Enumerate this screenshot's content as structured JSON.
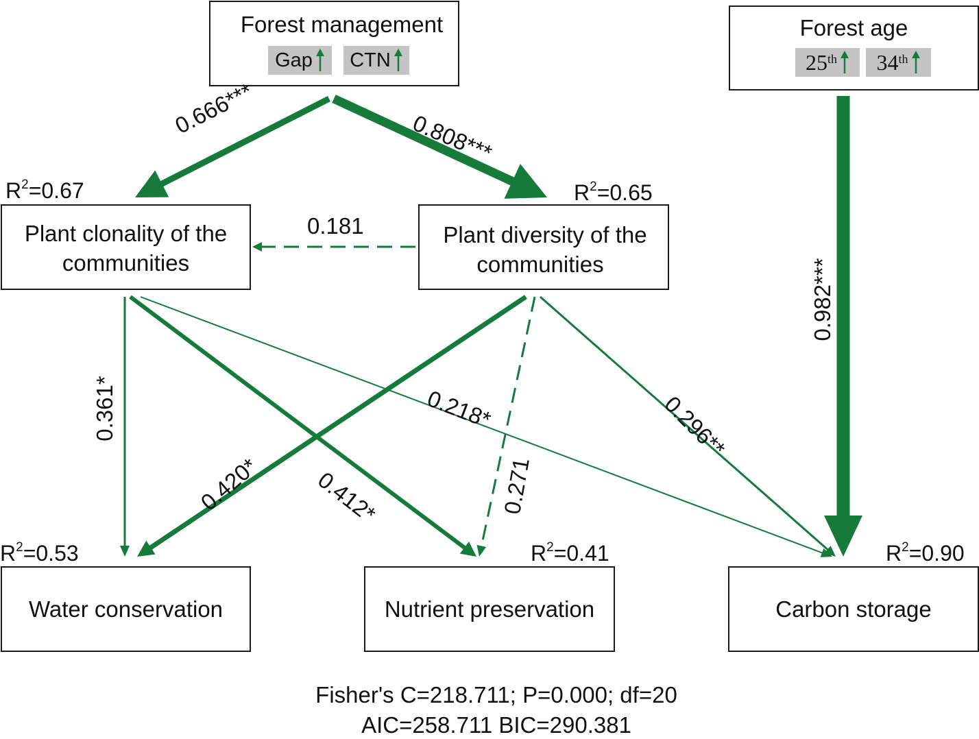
{
  "colors": {
    "arrow": "#157a3a",
    "chip": "#c4c4c4",
    "border": "#1a1a1a"
  },
  "nodes": {
    "forest_management": {
      "title": "Forest management",
      "chips": [
        {
          "label": "Gap"
        },
        {
          "label": "CTN"
        }
      ]
    },
    "forest_age": {
      "title": "Forest age",
      "chips": [
        {
          "num": "25",
          "sup": "th"
        },
        {
          "num": "34",
          "sup": "th"
        }
      ]
    },
    "clonality": {
      "line1": "Plant clonality of the",
      "line2": "communities",
      "r2_prefix": "R",
      "r2_exp": "2",
      "r2_value": "=0.67"
    },
    "diversity": {
      "line1": "Plant diversity of the",
      "line2": "communities",
      "r2_prefix": "R",
      "r2_exp": "2",
      "r2_value": "=0.65"
    },
    "water": {
      "title": "Water conservation",
      "r2_prefix": "R",
      "r2_exp": "2",
      "r2_value": "=0.53"
    },
    "nutrient": {
      "title": "Nutrient preservation",
      "r2_prefix": "R",
      "r2_exp": "2",
      "r2_value": "=0.41"
    },
    "carbon": {
      "title": "Carbon storage",
      "r2_prefix": "R",
      "r2_exp": "2",
      "r2_value": "=0.90"
    }
  },
  "paths": [
    {
      "id": "fm_clonality",
      "label": "0.666***",
      "dashed": false
    },
    {
      "id": "fm_diversity",
      "label": "0.808***",
      "dashed": false
    },
    {
      "id": "diversity_clonality",
      "label": "0.181",
      "dashed": true
    },
    {
      "id": "age_carbon",
      "label": "0.982***",
      "dashed": false
    },
    {
      "id": "clonality_water",
      "label": "0.361*",
      "dashed": false
    },
    {
      "id": "clonality_nutrient",
      "label": "0.412*",
      "dashed": false
    },
    {
      "id": "clonality_carbon",
      "label": "0.218*",
      "dashed": false
    },
    {
      "id": "diversity_water",
      "label": "0.420*",
      "dashed": false
    },
    {
      "id": "diversity_nutrient",
      "label": "0.271",
      "dashed": true
    },
    {
      "id": "diversity_carbon",
      "label": "0.296**",
      "dashed": false
    }
  ],
  "fit": {
    "line1": "Fisher's C=218.711; P=0.000; df=20",
    "line2": "AIC=258.711    BIC=290.381"
  }
}
